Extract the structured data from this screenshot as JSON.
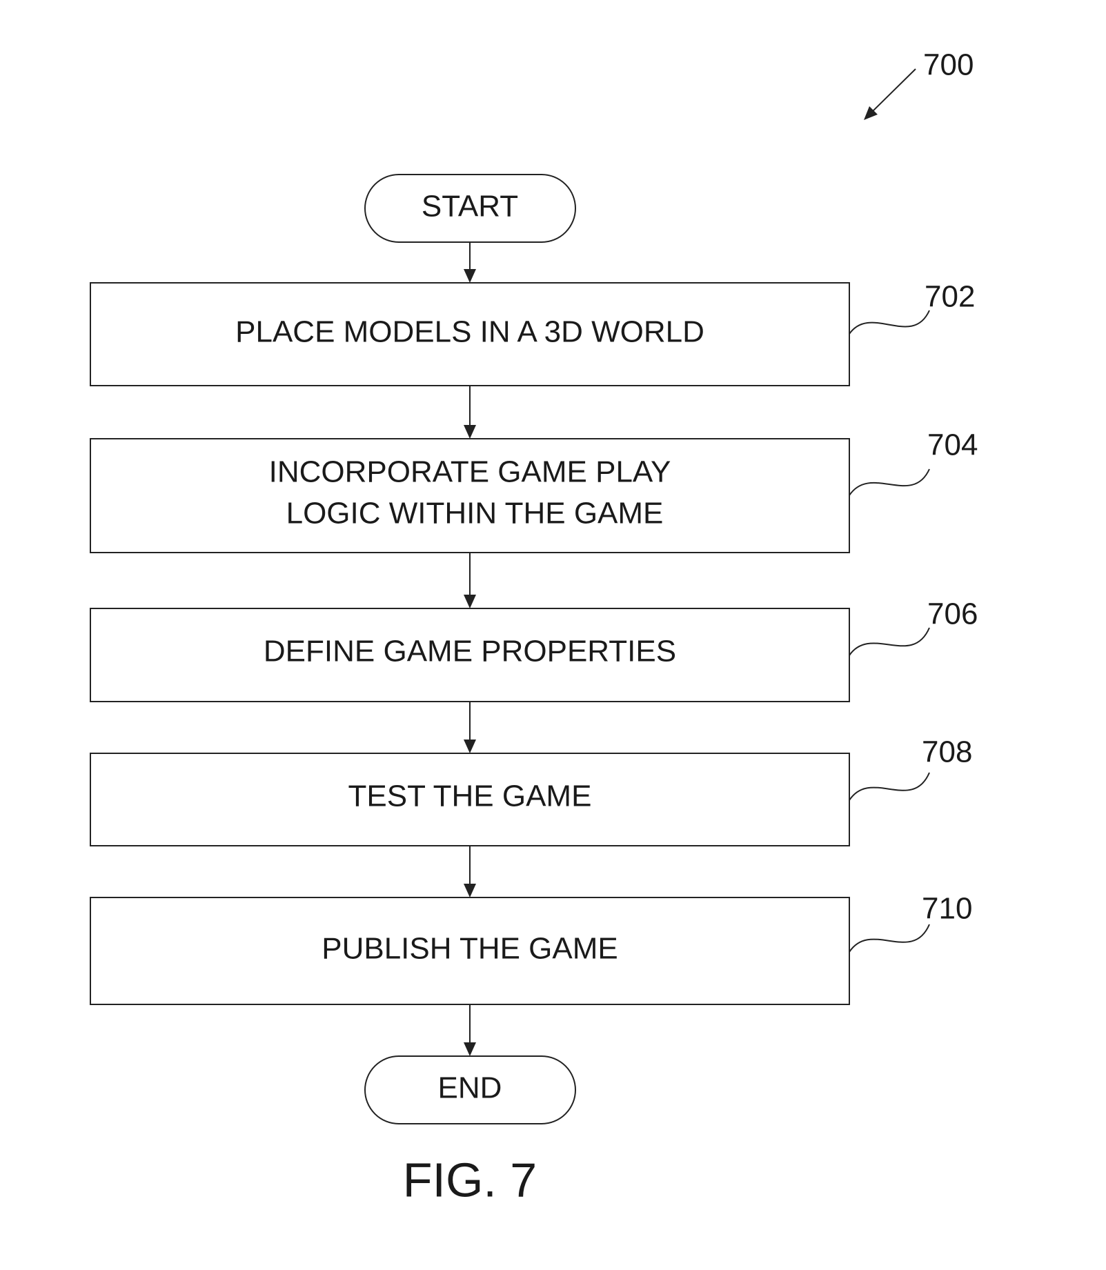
{
  "figure_ref": "700",
  "start": {
    "label": "START"
  },
  "end": {
    "label": "END"
  },
  "steps": [
    {
      "ref": "702",
      "lines": [
        "PLACE MODELS IN A 3D WORLD"
      ]
    },
    {
      "ref": "704",
      "lines": [
        "INCORPORATE GAME PLAY",
        "LOGIC WITHIN THE GAME"
      ]
    },
    {
      "ref": "706",
      "lines": [
        "DEFINE GAME PROPERTIES"
      ]
    },
    {
      "ref": "708",
      "lines": [
        "TEST THE GAME"
      ]
    },
    {
      "ref": "710",
      "lines": [
        "PUBLISH THE GAME"
      ]
    }
  ],
  "caption": "FIG. 7"
}
